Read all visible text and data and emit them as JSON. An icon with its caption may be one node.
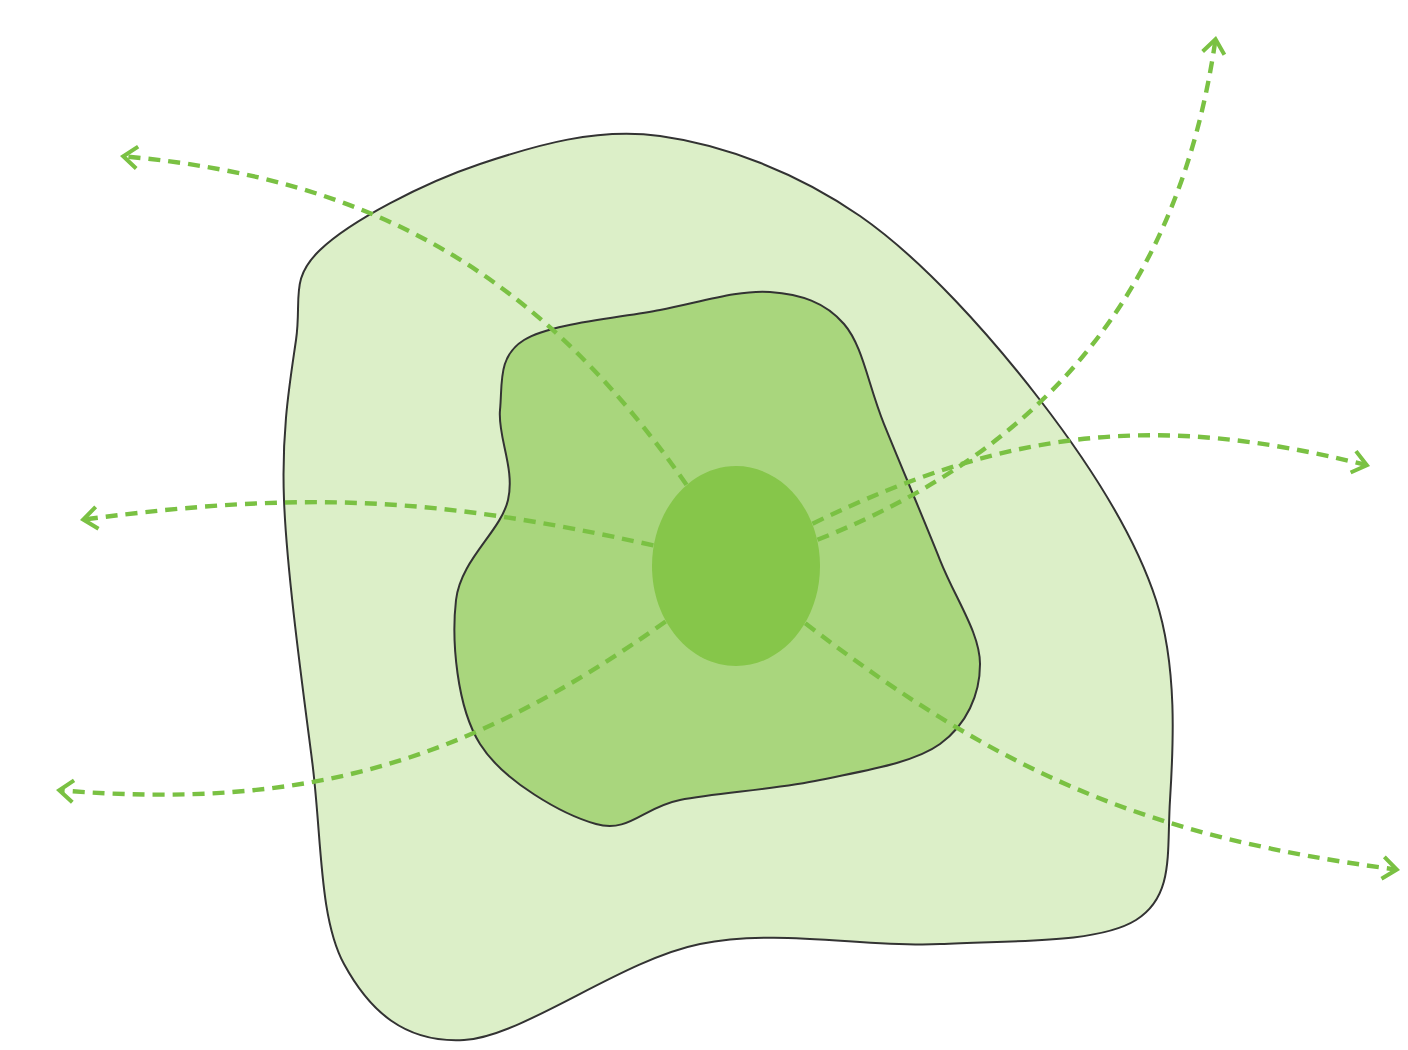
{
  "diagram": {
    "nodes": [
      {
        "text": [],
        "shape": "blob"
      },
      {
        "text": [],
        "shape": "blob",
        "in": 0
      },
      {
        "text": [],
        "shape": "circle",
        "in": 1
      }
    ],
    "edges": [
      {
        "from": 2,
        "to": null,
        "arrow": "to",
        "style": "dashed"
      },
      {
        "from": 2,
        "to": null,
        "arrow": "to",
        "style": "dashed"
      },
      {
        "from": 2,
        "to": null,
        "arrow": "to",
        "style": "dashed"
      },
      {
        "from": 2,
        "to": null,
        "arrow": "to",
        "style": "dashed"
      },
      {
        "from": 2,
        "to": null,
        "arrow": "to",
        "style": "dashed"
      },
      {
        "from": 2,
        "to": null,
        "arrow": "to",
        "style": "dashed"
      }
    ]
  }
}
